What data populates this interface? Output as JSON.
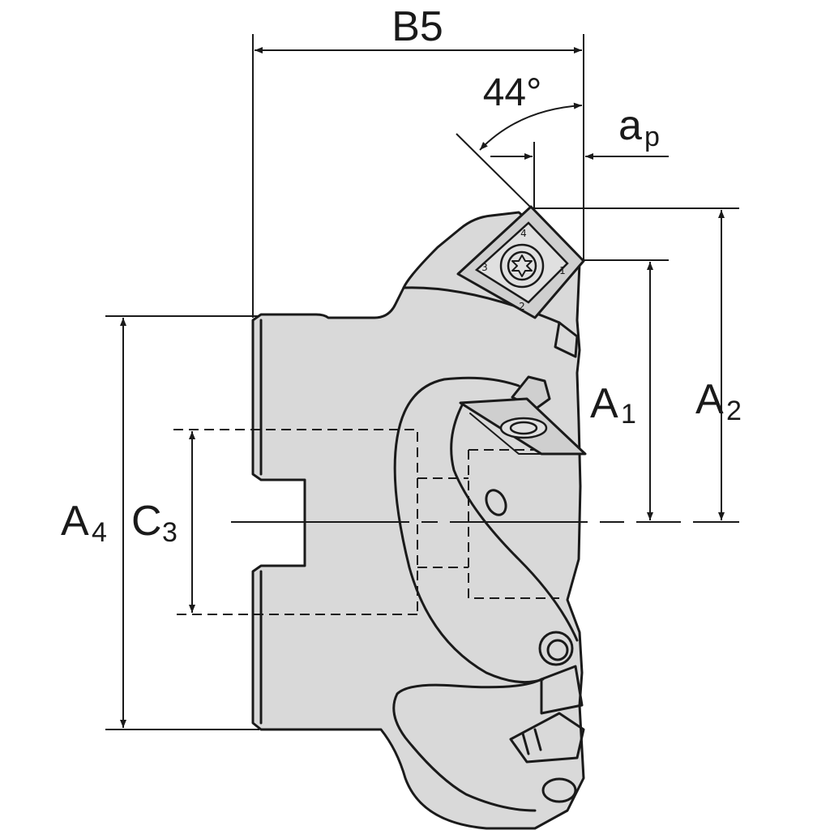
{
  "diagram": {
    "dimensions": {
      "b5": "B5",
      "angle": "44°",
      "ap_main": "a",
      "ap_sub": "p",
      "a1_main": "A",
      "a1_sub": "1",
      "a2_main": "A",
      "a2_sub": "2",
      "a4_main": "A",
      "a4_sub": "4",
      "c3_main": "C",
      "c3_sub": "3"
    },
    "insert_marks": [
      "4",
      "1",
      "2",
      "3"
    ],
    "colors": {
      "body_fill": "#d9d9d9",
      "ink": "#1a1a1a",
      "background": "#ffffff"
    }
  }
}
